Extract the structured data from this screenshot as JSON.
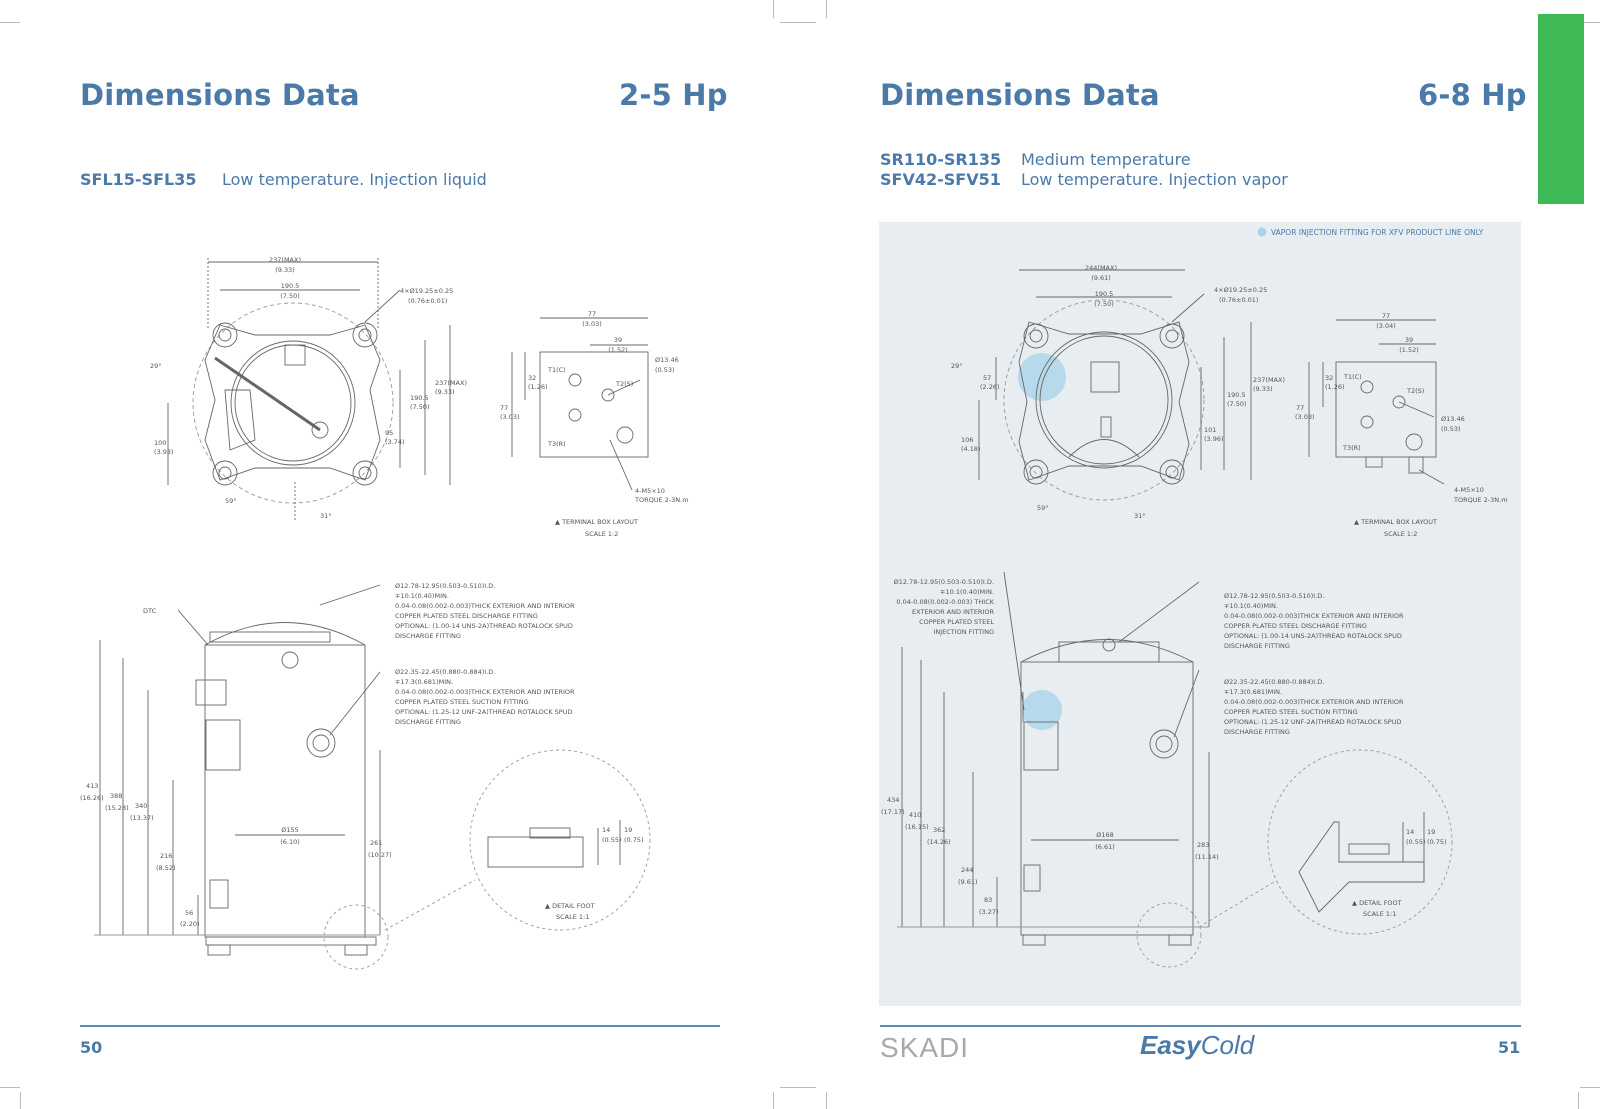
{
  "left": {
    "title": "Dimensions Data",
    "hp": "2-5 Hp",
    "model": "SFL15-SFL35",
    "desc": "Low temperature. Injection liquid",
    "top_view": {
      "d1": "237(MAX)",
      "d1i": "(9.33)",
      "d2": "190.5",
      "d2i": "(7.50)",
      "hole": "4×Ø19.25±0.25",
      "holei": "(0.76±0.01)",
      "angle1": "29°",
      "angle2": "59°",
      "angle3": "31°",
      "v1": "100",
      "v1i": "(3.93)",
      "v2": "95",
      "v2i": "(3.74)",
      "v3": "190.5",
      "v3i": "(7.50)",
      "v4": "237(MAX)",
      "v4i": "(9.33)"
    },
    "terminal": {
      "w1": "77",
      "w1i": "(3.03)",
      "w2": "39",
      "w2i": "(1.52)",
      "h1": "77",
      "h1i": "(3.03)",
      "h2": "32",
      "h2i": "(1.26)",
      "dia": "Ø13.46",
      "diai": "(0.53)",
      "screw": "4-M5×10",
      "torque": "TORQUE 2-3N.m",
      "t1": "T1(C)",
      "t2": "T2(S)",
      "t3": "T3(R)",
      "caption": "▲ TERMINAL BOX LAYOUT",
      "scale": "SCALE 1:2"
    },
    "side": {
      "dtc": "DTC",
      "note1": [
        "Ø12.78-12.95(0.503-0.510)I.D.",
        "∓10.1(0.40)MIN.",
        "0.04-0.08(0.002-0.003)THICK EXTERIOR AND INTERIOR",
        "COPPER PLATED STEEL DISCHARGE FITTING",
        "OPTIONAL: (1.00-14 UNS-2A)THREAD ROTALOCK SPUD",
        "DISCHARGE FITTING"
      ],
      "note2": [
        "Ø22.35-22.45(0.880-0.884)I.D.",
        "∓17.3(0.681)MIN.",
        "0.04-0.08(0.002-0.003)THICK EXTERIOR AND INTERIOR",
        "COPPER PLATED STEEL SUCTION FITTING",
        "OPTIONAL: (1.25-12 UNF-2A)THREAD ROTALOCK SPUD",
        "DISCHARGE FITTING"
      ],
      "h413": "413",
      "h413i": "(16.26)",
      "h388": "388",
      "h388i": "(15.28)",
      "h340": "340",
      "h340i": "(13.37)",
      "h216": "216",
      "h216i": "(8.52)",
      "h56": "56",
      "h56i": "(2.20)",
      "h261": "261",
      "h261i": "(10.27)",
      "dia": "Ø155",
      "diai": "(6.10)"
    },
    "foot": {
      "d1": "14",
      "d1i": "(0.55)",
      "d2": "19",
      "d2i": "(0.75)",
      "caption": "▲ DETAIL FOOT",
      "scale": "SCALE 1:1"
    },
    "page": "50"
  },
  "right": {
    "title": "Dimensions Data",
    "hp": "6-8 Hp",
    "model1": "SR110-SR135",
    "desc1": "Medium temperature",
    "model2": "SFV42-SFV51",
    "desc2": "Low temperature. Injection vapor",
    "legend": "VAPOR INJECTION FITTING FOR XFV PRODUCT LINE ONLY",
    "top_view": {
      "d1": "244(MAX)",
      "d1i": "(9.61)",
      "d2": "190.5",
      "d2i": "(7.50)",
      "hole": "4×Ø19.25±0.25",
      "holei": "(0.76±0.01)",
      "angle1": "29°",
      "angle2": "59°",
      "angle3": "31°",
      "v1": "106",
      "v1i": "(4.18)",
      "v57": "57",
      "v57i": "(2.26)",
      "v2": "101",
      "v2i": "(3.96)",
      "v3": "190.5",
      "v3i": "(7.50)",
      "v4": "237(MAX)",
      "v4i": "(9.33)"
    },
    "terminal": {
      "w1": "77",
      "w1i": "(3.04)",
      "w2": "39",
      "w2i": "(1.52)",
      "h1": "77",
      "h1i": "(3.03)",
      "h2": "32",
      "h2i": "(1.26)",
      "dia": "Ø13.46",
      "diai": "(0.53)",
      "screw": "4-M5×10",
      "torque": "TORQUE 2-3N.m",
      "t1": "T1(C)",
      "t2": "T2(S)",
      "t3": "T3(R)",
      "caption": "▲ TERMINAL BOX LAYOUT",
      "scale": "SCALE 1:2"
    },
    "side": {
      "note0": [
        "Ø12.78-12.95(0.503-0.510)I.D.",
        "∓10.1(0.40)MIN.",
        "0.04-0.08(0.002-0.003) THICK",
        "EXTERIOR AND INTERIOR",
        "COPPER PLATED STEEL",
        "INJECTION FITTING"
      ],
      "note1": [
        "Ø12.78-12.95(0.503-0.510)I.D.",
        "∓10.1(0.40)MIN.",
        "0.04-0.08(0.002-0.003)THICK EXTERIOR AND INTERIOR",
        "COPPER PLATED STEEL DISCHARGE FITTING",
        "OPTIONAL: (1.00-14 UNS-2A)THREAD ROTALOCK SPUD",
        "DISCHARGE FITTING"
      ],
      "note2": [
        "Ø22.35-22.45(0.880-0.884)I.D.",
        "∓17.3(0.681)MIN.",
        "0.04-0.08(0.002-0.003)THICK EXTERIOR AND INTERIOR",
        "COPPER PLATED STEEL SUCTION FITTING",
        "OPTIONAL: (1.25-12 UNF-2A)THREAD ROTALOCK SPUD",
        "DISCHARGE FITTING"
      ],
      "h434": "434",
      "h434i": "(17.17)",
      "h410": "410",
      "h410i": "(16.15)",
      "h362": "362",
      "h362i": "(14.26)",
      "h244": "244",
      "h244i": "(9.61)",
      "h83": "83",
      "h83i": "(3.27)",
      "h283": "283",
      "h283i": "(11.14)",
      "dia": "Ø168",
      "diai": "(6.61)"
    },
    "foot": {
      "d1": "14",
      "d1i": "(0.55)",
      "d2": "19",
      "d2i": "(0.75)",
      "caption": "▲ DETAIL FOOT",
      "scale": "SCALE 1:1"
    },
    "brand1": "SKADI",
    "brand2a": "Easy",
    "brand2b": "Cold",
    "page": "51"
  },
  "colors": {
    "title": "#4b79a8",
    "accent_green": "#3dba55",
    "panel_bg": "#e8edf2",
    "highlight": "#a9d3ea"
  }
}
